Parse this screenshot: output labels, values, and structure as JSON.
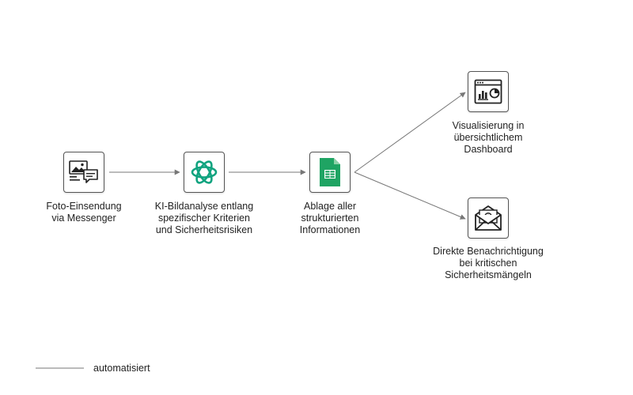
{
  "nodes": {
    "photo_submission": {
      "label": "Foto-Einsendung\nvia Messenger",
      "icon": "photo-message-icon"
    },
    "ai_analysis": {
      "label": "KI-Bildanalyse entlang\nspezifischer Kriterien\nund Sicherheitsrisiken",
      "icon": "openai-logo-icon"
    },
    "storage": {
      "label": "Ablage aller\nstrukturierten\nInformationen",
      "icon": "spreadsheet-icon"
    },
    "dashboard": {
      "label": "Visualisierung in\nübersichtlichem\nDashboard",
      "icon": "dashboard-icon"
    },
    "notification": {
      "label": "Direkte Benachrichtigung\nbei kritischen\nSicherheitsmängeln",
      "icon": "email-notification-icon"
    }
  },
  "legend": {
    "label": "automatisiert"
  },
  "colors": {
    "connector": "#777777",
    "box_border": "#555555",
    "openai_green": "#10a37f",
    "sheets_green": "#1fa463"
  }
}
